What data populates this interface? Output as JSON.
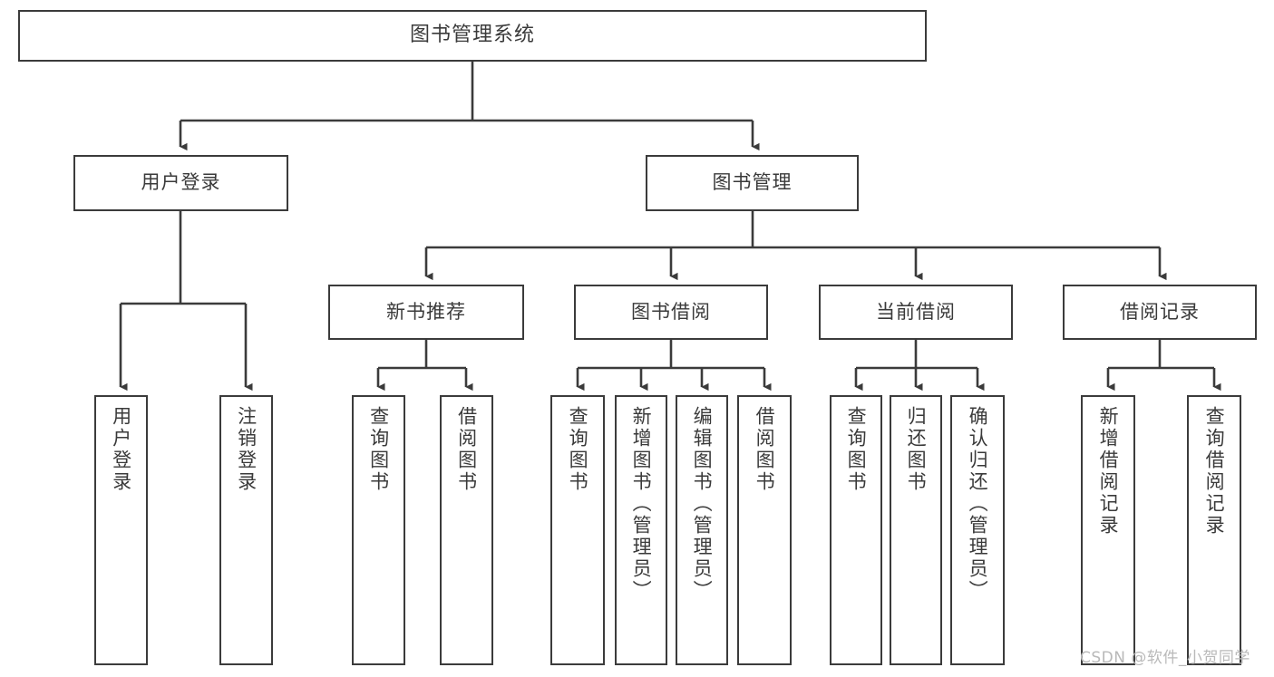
{
  "diagram": {
    "type": "tree-hierarchy",
    "title": "图书管理系统",
    "watermark": "CSDN @软件_小贺同学",
    "colors": {
      "stroke": "#3b3b3b",
      "text": "#3a3a3a",
      "background": "#ffffff",
      "watermark": "#b9b9b9"
    },
    "root": {
      "label": "图书管理系统"
    },
    "level2": [
      {
        "label": "用户登录"
      },
      {
        "label": "图书管理"
      }
    ],
    "level3": [
      {
        "label": "新书推荐"
      },
      {
        "label": "图书借阅"
      },
      {
        "label": "当前借阅"
      },
      {
        "label": "借阅记录"
      }
    ],
    "leaves": {
      "user_login": [
        {
          "label": "用户登录"
        },
        {
          "label": "注销登录"
        }
      ],
      "new_book": [
        {
          "label": "查询图书"
        },
        {
          "label": "借阅图书"
        }
      ],
      "book_borrow": [
        {
          "label": "查询图书"
        },
        {
          "label": "新增图书（管理员）"
        },
        {
          "label": "编辑图书（管理员）"
        },
        {
          "label": "借阅图书"
        }
      ],
      "current_borrow": [
        {
          "label": "查询图书"
        },
        {
          "label": "归还图书"
        },
        {
          "label": "确认归还（管理员）"
        }
      ],
      "borrow_record": [
        {
          "label": "新增借阅记录"
        },
        {
          "label": "查询借阅记录"
        }
      ]
    }
  }
}
